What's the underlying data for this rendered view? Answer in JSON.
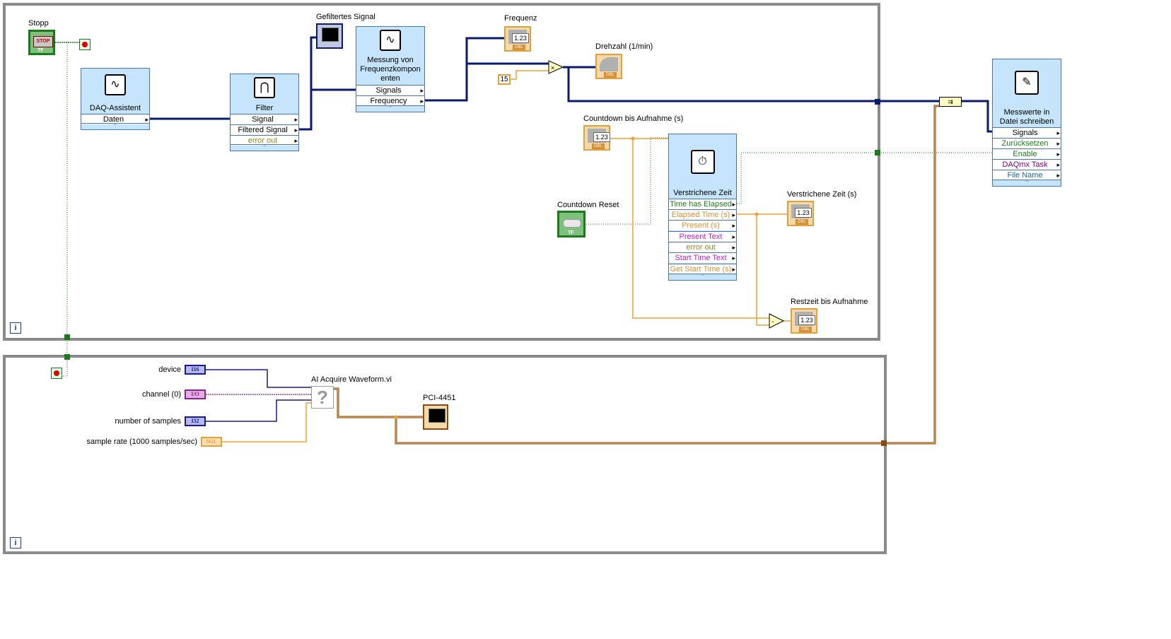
{
  "top_loop": {
    "iteration_icon": "i",
    "stop_control": {
      "label": "Stopp",
      "button_text": "STOP",
      "type_tag": "TF"
    },
    "daq_assistant": {
      "title": "DAQ-Assistent",
      "rows": [
        "Daten"
      ]
    },
    "filter": {
      "title": "Filter",
      "rows": [
        "Signal",
        "Filtered Signal",
        "error out"
      ]
    },
    "graph_filtered": {
      "label": "Gefiltertes Signal"
    },
    "freq_measure": {
      "title": "Messung von Frequenzkompon enten",
      "rows": [
        "Signals",
        "Frequency"
      ]
    },
    "freq_indicator": {
      "label": "Frequenz",
      "value": "1.23",
      "type_tag": "DBL"
    },
    "constant_15": {
      "value": "15"
    },
    "multiply": {
      "symbol": "×"
    },
    "rpm_gauge": {
      "label": "Drehzahl (1/min)",
      "type_tag": "DBL"
    },
    "countdown_control": {
      "label": "Countdown bis Aufnahme (s)",
      "value": "1.23",
      "type_tag": "DBL"
    },
    "countdown_reset": {
      "label": "Countdown Reset",
      "type_tag": "TF"
    },
    "elapsed_time": {
      "title": "Verstrichene Zeit",
      "rows": [
        "Time has Elapsed",
        "Elapsed Time (s)",
        "Present (s)",
        "Present Text",
        "error out",
        "Start Time Text",
        "Get Start Time (s)"
      ]
    },
    "elapsed_indicator": {
      "label": "Verstrichene Zeit (s)",
      "value": "1.23",
      "type_tag": "DBL"
    },
    "subtract": {
      "symbol": "-"
    },
    "remaining_indicator": {
      "label": "Restzeit bis Aufnahme",
      "value": "1.23",
      "type_tag": "DBL"
    },
    "write_file": {
      "title": "Messwerte in Datei schreiben",
      "rows": [
        "Signals",
        "Zurücksetzen",
        "Enable",
        "DAQmx Task",
        "File Name"
      ]
    }
  },
  "bottom_loop": {
    "iteration_icon": "i",
    "inputs": [
      {
        "label": "device",
        "type": "I16"
      },
      {
        "label": "channel (0)",
        "type": "I/O"
      },
      {
        "label": "number of samples",
        "type": "I32"
      },
      {
        "label": "sample rate (1000 samples/sec)",
        "type": "SGL"
      }
    ],
    "ai_acquire": {
      "label": "AI Acquire Waveform.vi",
      "icon": "?"
    },
    "graph_pci": {
      "label": "PCI-4451"
    }
  },
  "colors": {
    "double_wire": "#f0a030",
    "waveform_wire": "#0a1a70",
    "boolean_wire": "#1c7a1c",
    "dynamic_wire": "#8a4a10",
    "loop_border": "#8a8a8a",
    "express_bg": "#c6e4fb"
  }
}
